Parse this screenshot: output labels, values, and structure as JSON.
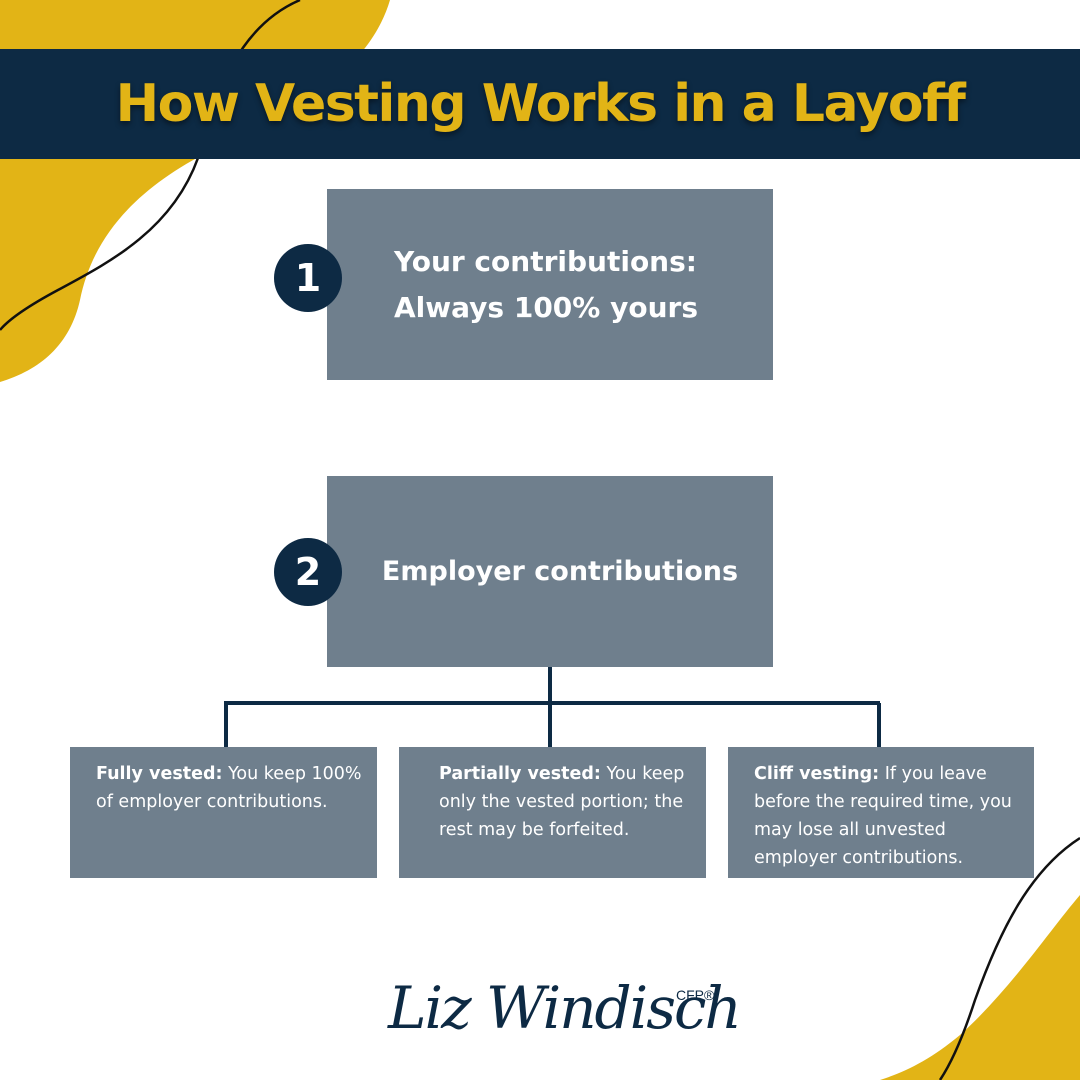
{
  "title": "How Vesting Works in a Layoff",
  "colors": {
    "navy": "#0d2a44",
    "gold": "#e2b416",
    "box_gray": "#6f7f8d",
    "background": "#ffffff"
  },
  "steps": [
    {
      "number": "1",
      "line1": "Your contributions:",
      "line2": "Always 100% yours"
    },
    {
      "number": "2",
      "label": "Employer contributions"
    }
  ],
  "outcomes": [
    {
      "term": "Fully vested:",
      "text": " You keep 100% of employer contributions."
    },
    {
      "term": "Partially vested:",
      "text": " You keep only the vested portion; the rest may be forfeited."
    },
    {
      "term": "Cliff vesting:",
      "text": " If you leave before the required time, you may lose all unvested employer contributions."
    }
  ],
  "logo": {
    "name": "Liz Windisch",
    "credential": "CFP®"
  }
}
